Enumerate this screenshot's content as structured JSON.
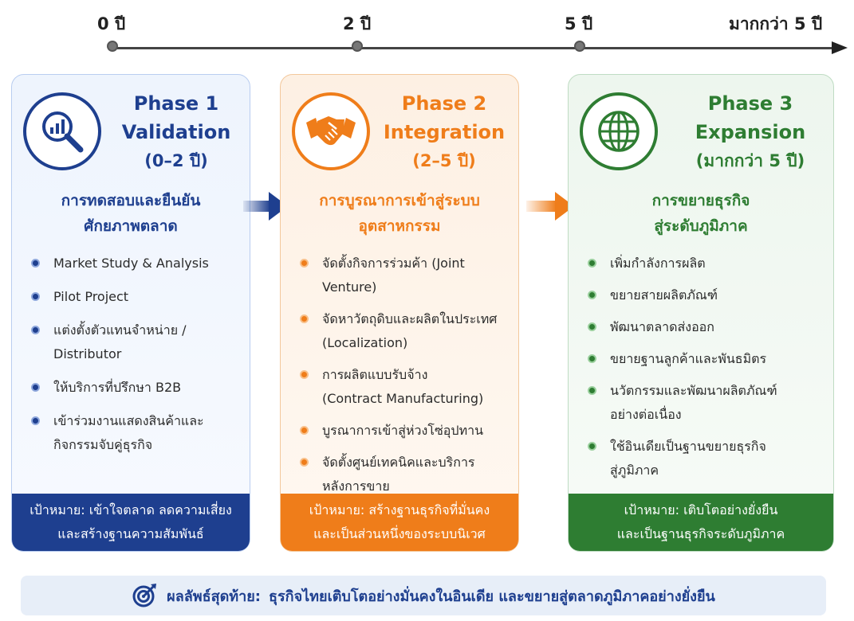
{
  "timeline": {
    "labels": [
      "0 ปี",
      "2 ปี",
      "5 ปี",
      "มากกว่า 5 ปี"
    ]
  },
  "phases": [
    {
      "phase": "Phase 1",
      "name": "Validation",
      "range": "(0–2 ปี)",
      "subtitle_lines": [
        "การทดสอบและยืนยัน",
        "ศักยภาพตลาด"
      ],
      "items": [
        [
          "Market Study & Analysis"
        ],
        [
          "Pilot Project"
        ],
        [
          "แต่งตั้งตัวแทนจำหน่าย /",
          "Distributor"
        ],
        [
          "ให้บริการที่ปรึกษา B2B"
        ],
        [
          "เข้าร่วมงานแสดงสินค้าและ",
          "กิจกรรมจับคู่ธุรกิจ"
        ]
      ],
      "goal_lines": [
        "เป้าหมาย: เข้าใจตลาด ลดความเสี่ยง",
        "และสร้างฐานความสัมพันธ์"
      ],
      "color": "#1e3f8f",
      "icon": "magnifier-chart-icon"
    },
    {
      "phase": "Phase 2",
      "name": "Integration",
      "range": "(2–5 ปี)",
      "subtitle_lines": [
        "การบูรณาการเข้าสู่ระบบ",
        "อุตสาหกรรม"
      ],
      "items": [
        [
          "จัดตั้งกิจการร่วมค้า (Joint Venture)"
        ],
        [
          "จัดหาวัตถุดิบและผลิตในประเทศ",
          "(Localization)"
        ],
        [
          "การผลิตแบบรับจ้าง",
          "(Contract Manufacturing)"
        ],
        [
          "บูรณาการเข้าสู่ห่วงโซ่อุปทาน"
        ],
        [
          "จัดตั้งศูนย์เทคนิคและบริการ",
          "หลังการขาย"
        ]
      ],
      "goal_lines": [
        "เป้าหมาย: สร้างฐานธุรกิจที่มั่นคง",
        "และเป็นส่วนหนึ่งของระบบนิเวศ"
      ],
      "color": "#ef7d1a",
      "icon": "handshake-icon"
    },
    {
      "phase": "Phase 3",
      "name": "Expansion",
      "range": "(มากกว่า 5 ปี)",
      "subtitle_lines": [
        "การขยายธุรกิจ",
        "สู่ระดับภูมิภาค"
      ],
      "items": [
        [
          "เพิ่มกำลังการผลิต"
        ],
        [
          "ขยายสายผลิตภัณฑ์"
        ],
        [
          "พัฒนาตลาดส่งออก"
        ],
        [
          "ขยายฐานลูกค้าและพันธมิตร"
        ],
        [
          "นวัตกรรมและพัฒนาผลิตภัณฑ์",
          "อย่างต่อเนื่อง"
        ],
        [
          "ใช้อินเดียเป็นฐานขยายธุรกิจ",
          "สู่ภูมิภาค"
        ]
      ],
      "goal_lines": [
        "เป้าหมาย: เติบโตอย่างยั่งยืน",
        "และเป็นฐานธุรกิจระดับภูมิภาค"
      ],
      "color": "#2e7d32",
      "icon": "globe-icon"
    }
  ],
  "result": {
    "label": "ผลลัพธ์สุดท้าย:",
    "text": "ธุรกิจไทยเติบโตอย่างมั่นคงในอินเดีย และขยายสู่ตลาดภูมิภาคอย่างยั่งยืน",
    "icon": "target-icon"
  }
}
